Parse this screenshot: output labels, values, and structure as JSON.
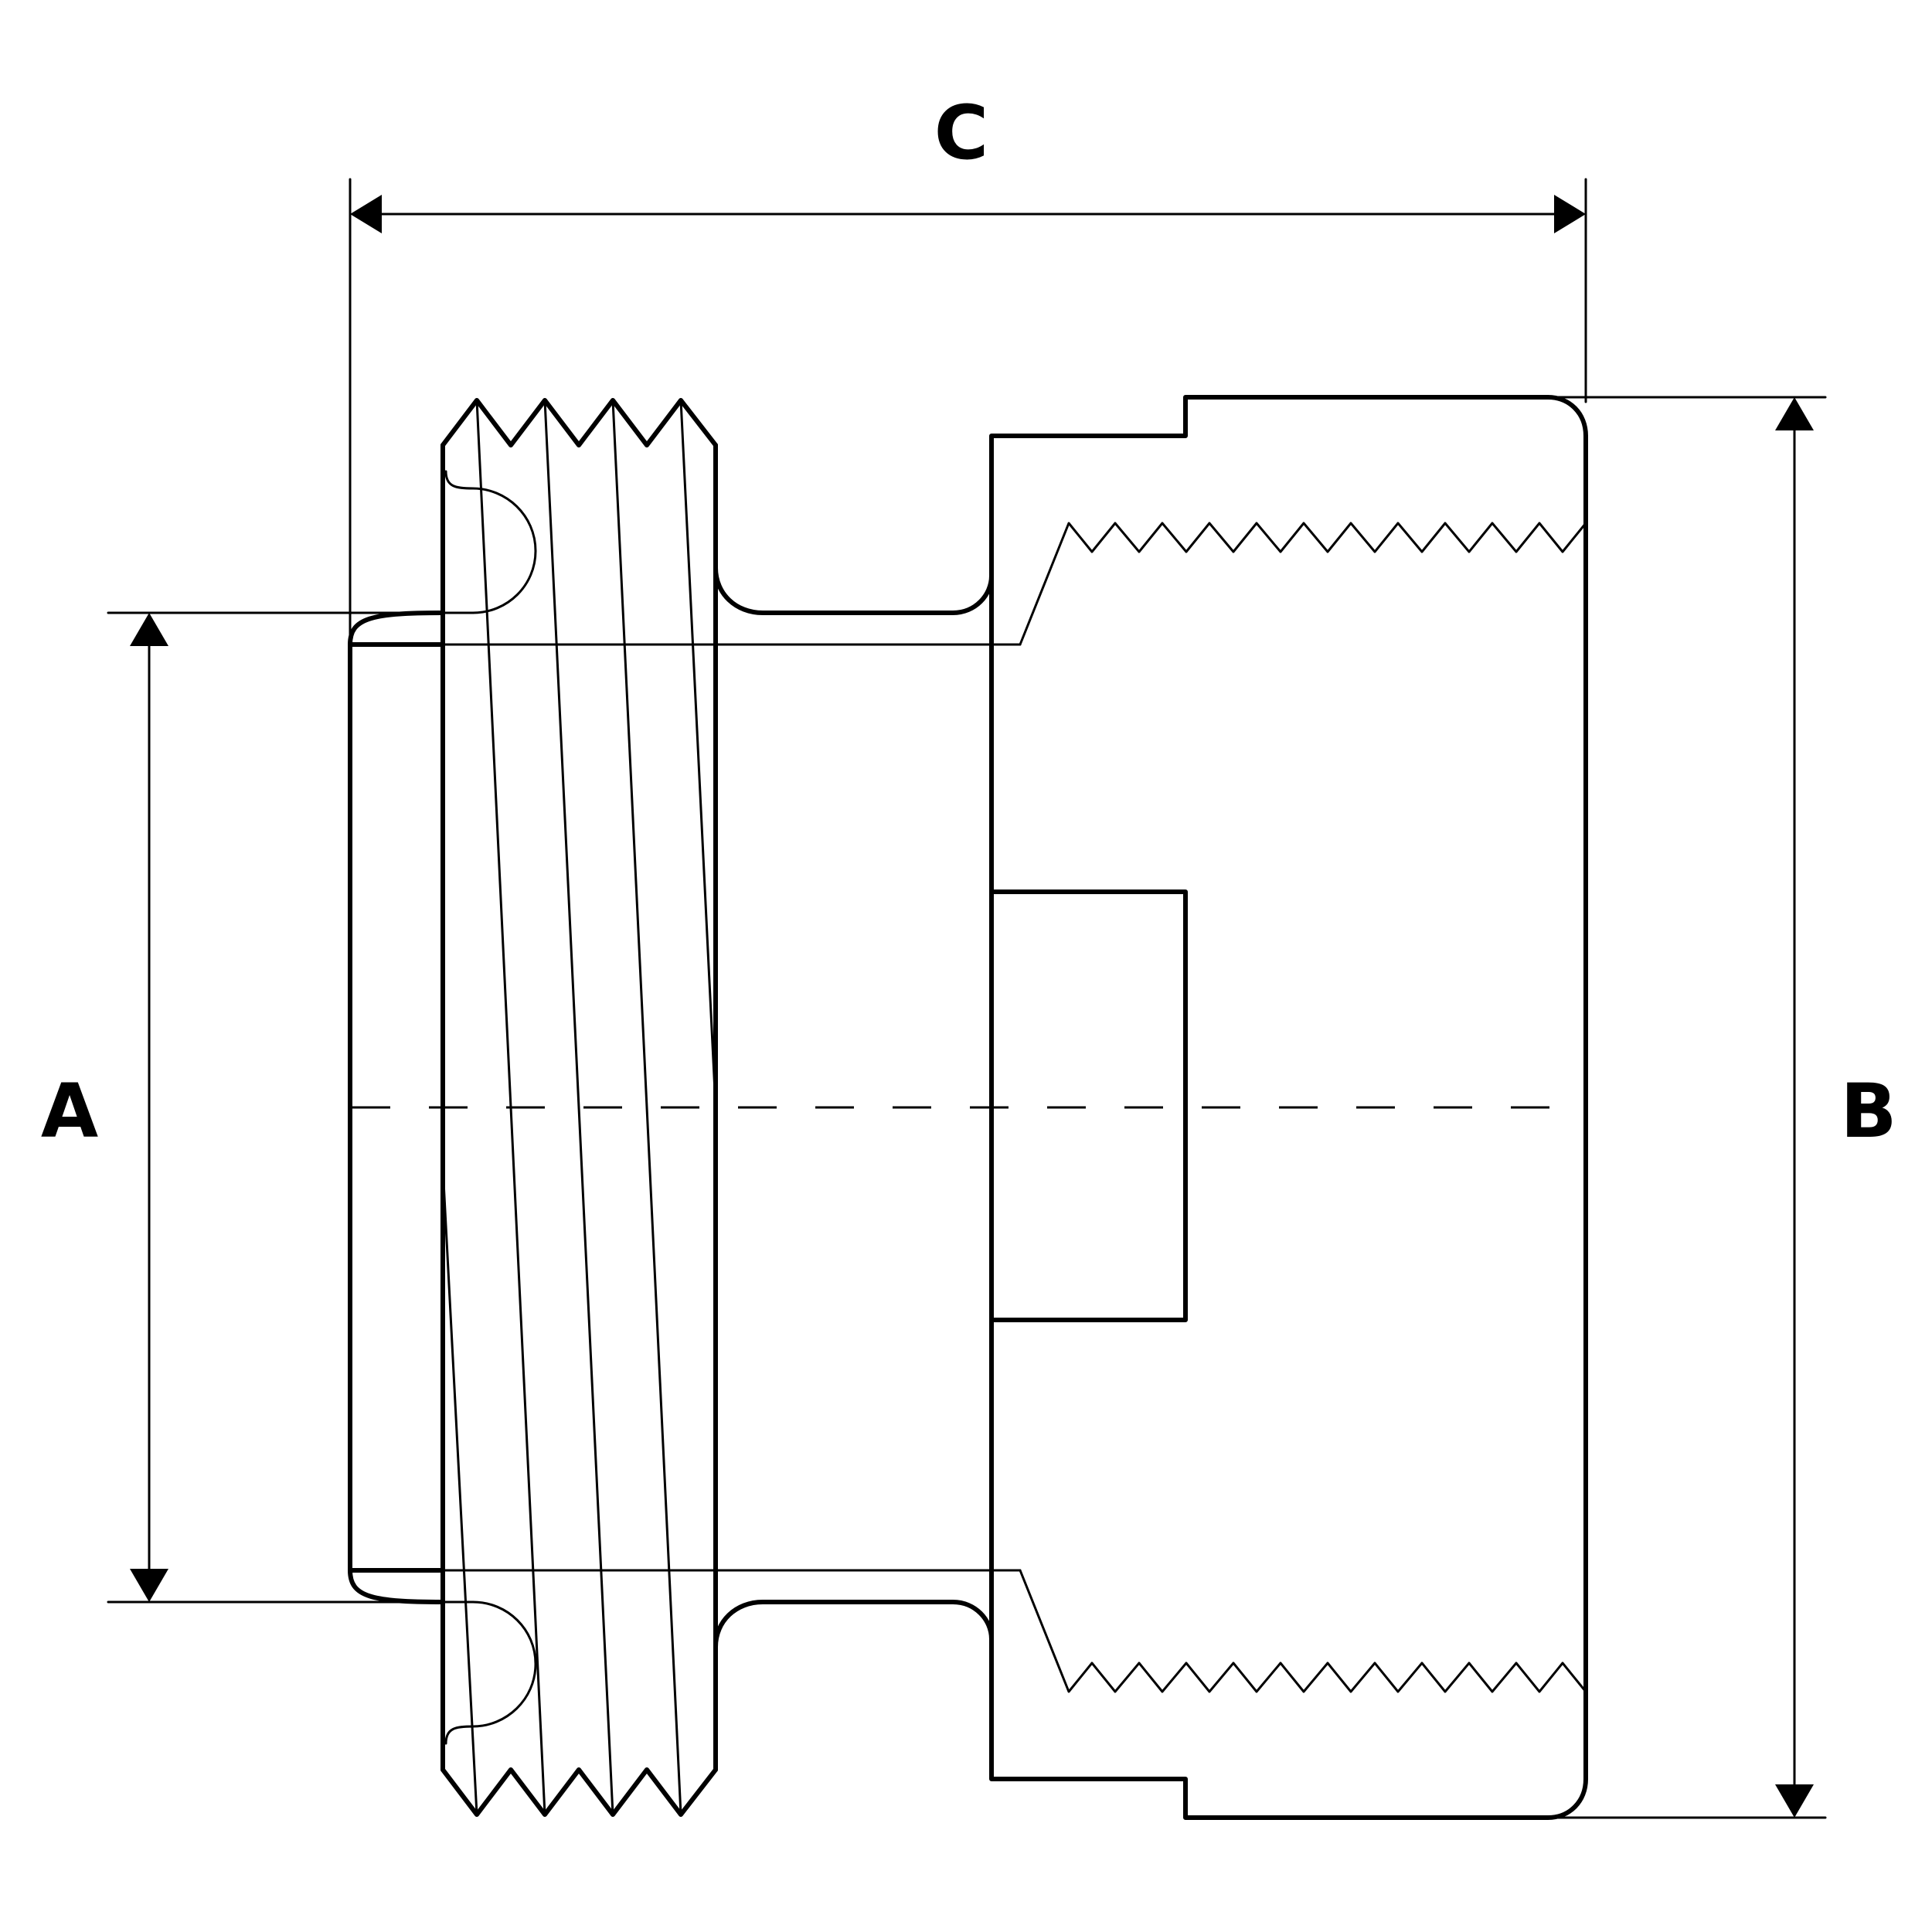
{
  "dimensions": {
    "a": {
      "label": "A"
    },
    "b": {
      "label": "B"
    },
    "c": {
      "label": "C"
    }
  },
  "colors": {
    "line": "#000000",
    "background": "#ffffff"
  }
}
